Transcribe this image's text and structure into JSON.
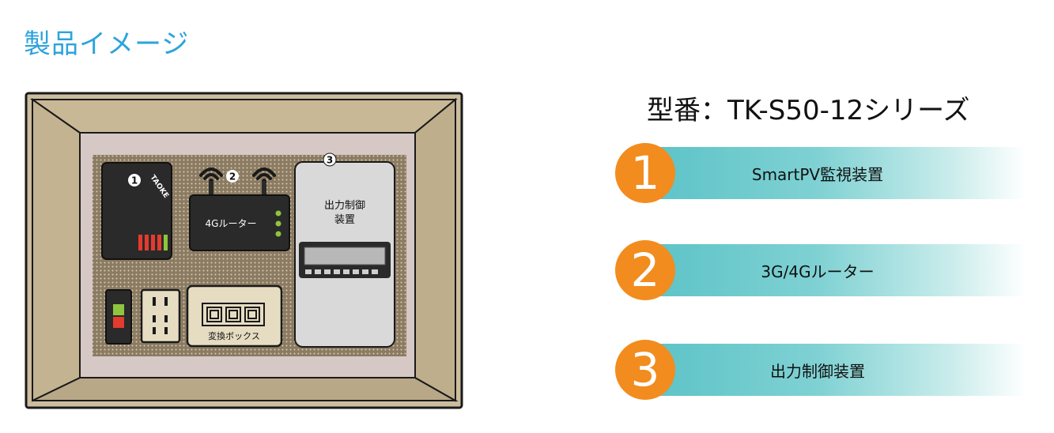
{
  "page_title": "製品イメージ",
  "model_title": "型番：TK-S50-12シリーズ",
  "colors": {
    "title_blue": "#2ba3dc",
    "badge_orange": "#f28c1e",
    "bar_teal": "#5cc3c7",
    "cabinet_beige": "#cbbd9e",
    "mount_plate": "#8a7b62",
    "device_dark": "#2a2a2a"
  },
  "illustration": {
    "markers": [
      "1",
      "2",
      "3"
    ],
    "monitor_device": {
      "brand": "TAOKE"
    },
    "router": {
      "label": "4Gルーター"
    },
    "controller": {
      "label_line1": "出力制御",
      "label_line2": "装置"
    },
    "junction_box": {
      "label": "変換ボックス"
    }
  },
  "legend": [
    {
      "number": "1",
      "label": "SmartPV監視装置"
    },
    {
      "number": "2",
      "label": "3G/4Gルーター"
    },
    {
      "number": "3",
      "label": "出力制御装置"
    }
  ]
}
